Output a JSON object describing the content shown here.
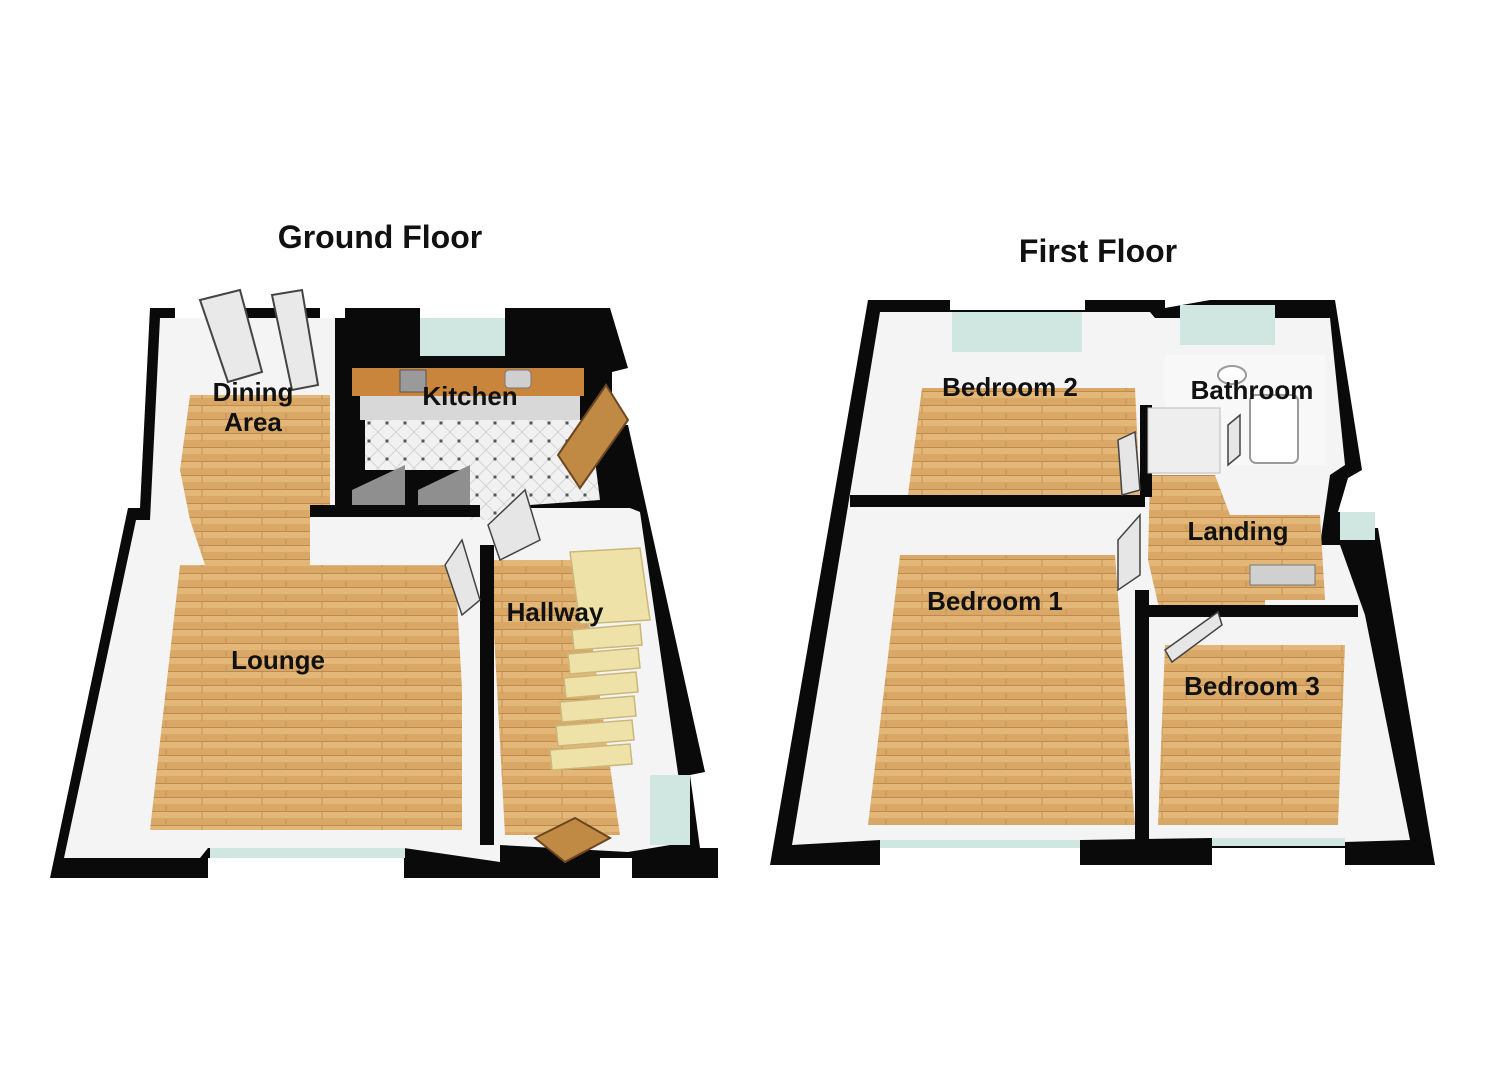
{
  "floors": [
    {
      "title": "Ground Floor",
      "rooms": {
        "dining": [
          "Dining",
          "Area"
        ],
        "kitchen": "Kitchen",
        "lounge": "Lounge",
        "hallway": "Hallway"
      }
    },
    {
      "title": "First Floor",
      "rooms": {
        "bedroom2": "Bedroom 2",
        "bathroom": "Bathroom",
        "landing": "Landing",
        "bedroom1": "Bedroom 1",
        "bedroom3": "Bedroom 3"
      }
    }
  ],
  "colors": {
    "wall": "#0a0a0a",
    "wall_inner": "#f4f4f4",
    "wood_floor": "#d9a866",
    "wood_light": "#e6bd82",
    "kitchen_tile": "#ededed",
    "stairs": "#efe2a8",
    "window": "#cfe6e1",
    "door": "#c08a45"
  }
}
